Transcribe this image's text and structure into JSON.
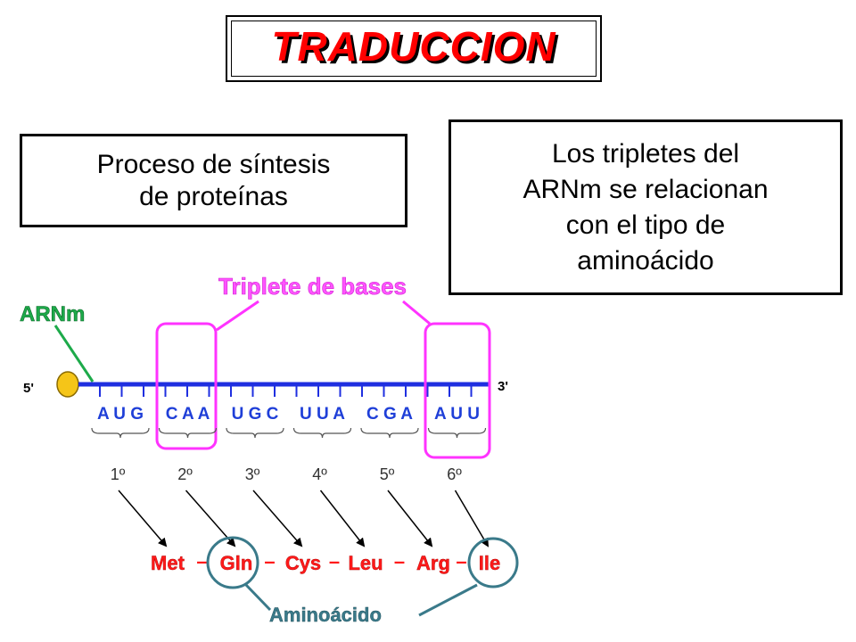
{
  "title": "TRADUCCION",
  "box_left": {
    "lines": [
      "Proceso de síntesis",
      "de proteínas"
    ]
  },
  "box_right": {
    "lines": [
      "Los tripletes del",
      "ARNm se relacionan",
      "con el tipo de",
      "aminoácido"
    ]
  },
  "diagram": {
    "arnm_label": "ARNm",
    "five_prime": "5'",
    "three_prime": "3'",
    "triplet_label": "Triplete de bases",
    "triplets": [
      "A U G",
      "C A A",
      "U G C",
      "U U A",
      "C G A",
      "A U U"
    ],
    "ordinals": [
      "1º",
      "2º",
      "3º",
      "4º",
      "5º",
      "6º"
    ],
    "amino_acids": [
      "Met",
      "Gln",
      "Cys",
      "Leu",
      "Arg",
      "Ile"
    ],
    "amino_separator": "–",
    "aminoacid_label": "Aminoácido",
    "colors": {
      "strand": "#1f2fe0",
      "triplet_text": "#1f3fd8",
      "highlight": "#ff33ff",
      "label_pink": "#ff55ff",
      "arnm_green": "#1daa4a",
      "amino_red": "#ff1a1a",
      "circle_teal": "#3a7a8a",
      "cap_yellow": "#f5c518"
    }
  }
}
